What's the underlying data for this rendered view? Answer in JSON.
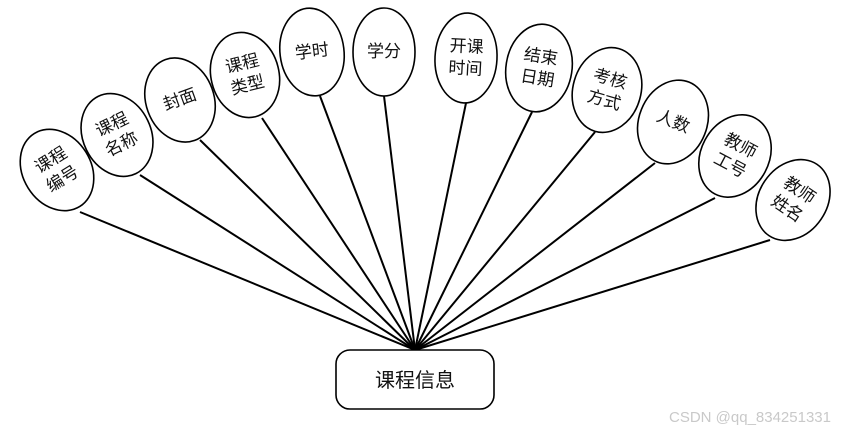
{
  "entity": {
    "label": "课程信息"
  },
  "attributes": [
    {
      "lines": [
        "课程",
        "编号"
      ]
    },
    {
      "lines": [
        "课程",
        "名称"
      ]
    },
    {
      "lines": [
        "封面"
      ]
    },
    {
      "lines": [
        "课程",
        "类型"
      ]
    },
    {
      "lines": [
        "学时"
      ]
    },
    {
      "lines": [
        "学分"
      ]
    },
    {
      "lines": [
        "开课",
        "时间"
      ]
    },
    {
      "lines": [
        "结束",
        "日期"
      ]
    },
    {
      "lines": [
        "考核",
        "方式"
      ]
    },
    {
      "lines": [
        "人数"
      ]
    },
    {
      "lines": [
        "教师",
        "工号"
      ]
    },
    {
      "lines": [
        "教师",
        "姓名"
      ]
    }
  ],
  "watermark": "CSDN @qq_834251331",
  "colors": {
    "stroke": "#000000",
    "watermark": "#c9c9c9"
  }
}
